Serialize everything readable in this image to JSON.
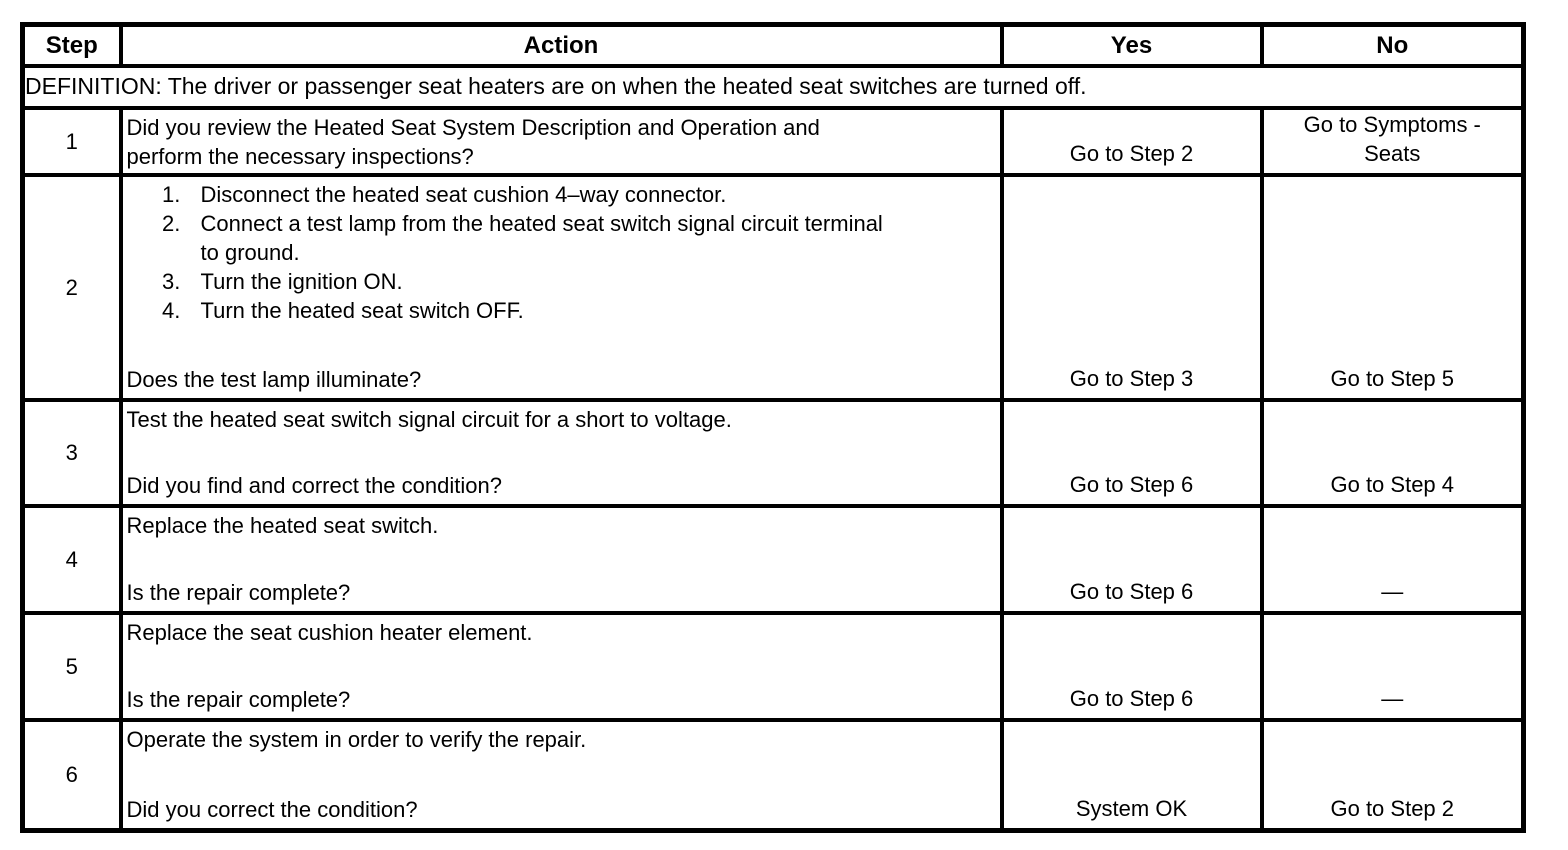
{
  "table": {
    "headers": {
      "step": "Step",
      "action": "Action",
      "yes": "Yes",
      "no": "No"
    },
    "definition": "DEFINITION: The driver or passenger seat heaters are on when the heated seat switches are turned off.",
    "rows": [
      {
        "step": "1",
        "action_text": "Did you review the Heated Seat System Description and Operation and perform the necessary inspections?",
        "yes": "Go to Step 2",
        "no": "Go to Symptoms -\nSeats"
      },
      {
        "step": "2",
        "list": [
          "Disconnect the heated seat cushion 4–way connector.",
          "Connect a test lamp from the heated seat switch signal circuit terminal to ground.",
          "Turn the ignition ON.",
          "Turn the heated seat switch OFF."
        ],
        "question": "Does the test lamp illuminate?",
        "yes": "Go to Step 3",
        "no": "Go to Step 5"
      },
      {
        "step": "3",
        "action_text": "Test the heated seat switch signal circuit for a short to voltage.",
        "question": "Did you find and correct the condition?",
        "yes": "Go to Step 6",
        "no": "Go to Step 4"
      },
      {
        "step": "4",
        "action_text": "Replace the heated seat switch.",
        "question": "Is the repair complete?",
        "yes": "Go to Step 6",
        "no": "—"
      },
      {
        "step": "5",
        "action_text": "Replace the seat cushion heater element.",
        "question": "Is the repair complete?",
        "yes": "Go to Step 6",
        "no": "—"
      },
      {
        "step": "6",
        "action_text": "Operate the system in order to verify the repair.",
        "question": "Did you correct the condition?",
        "yes": "System OK",
        "no": "Go to Step 2"
      }
    ]
  }
}
